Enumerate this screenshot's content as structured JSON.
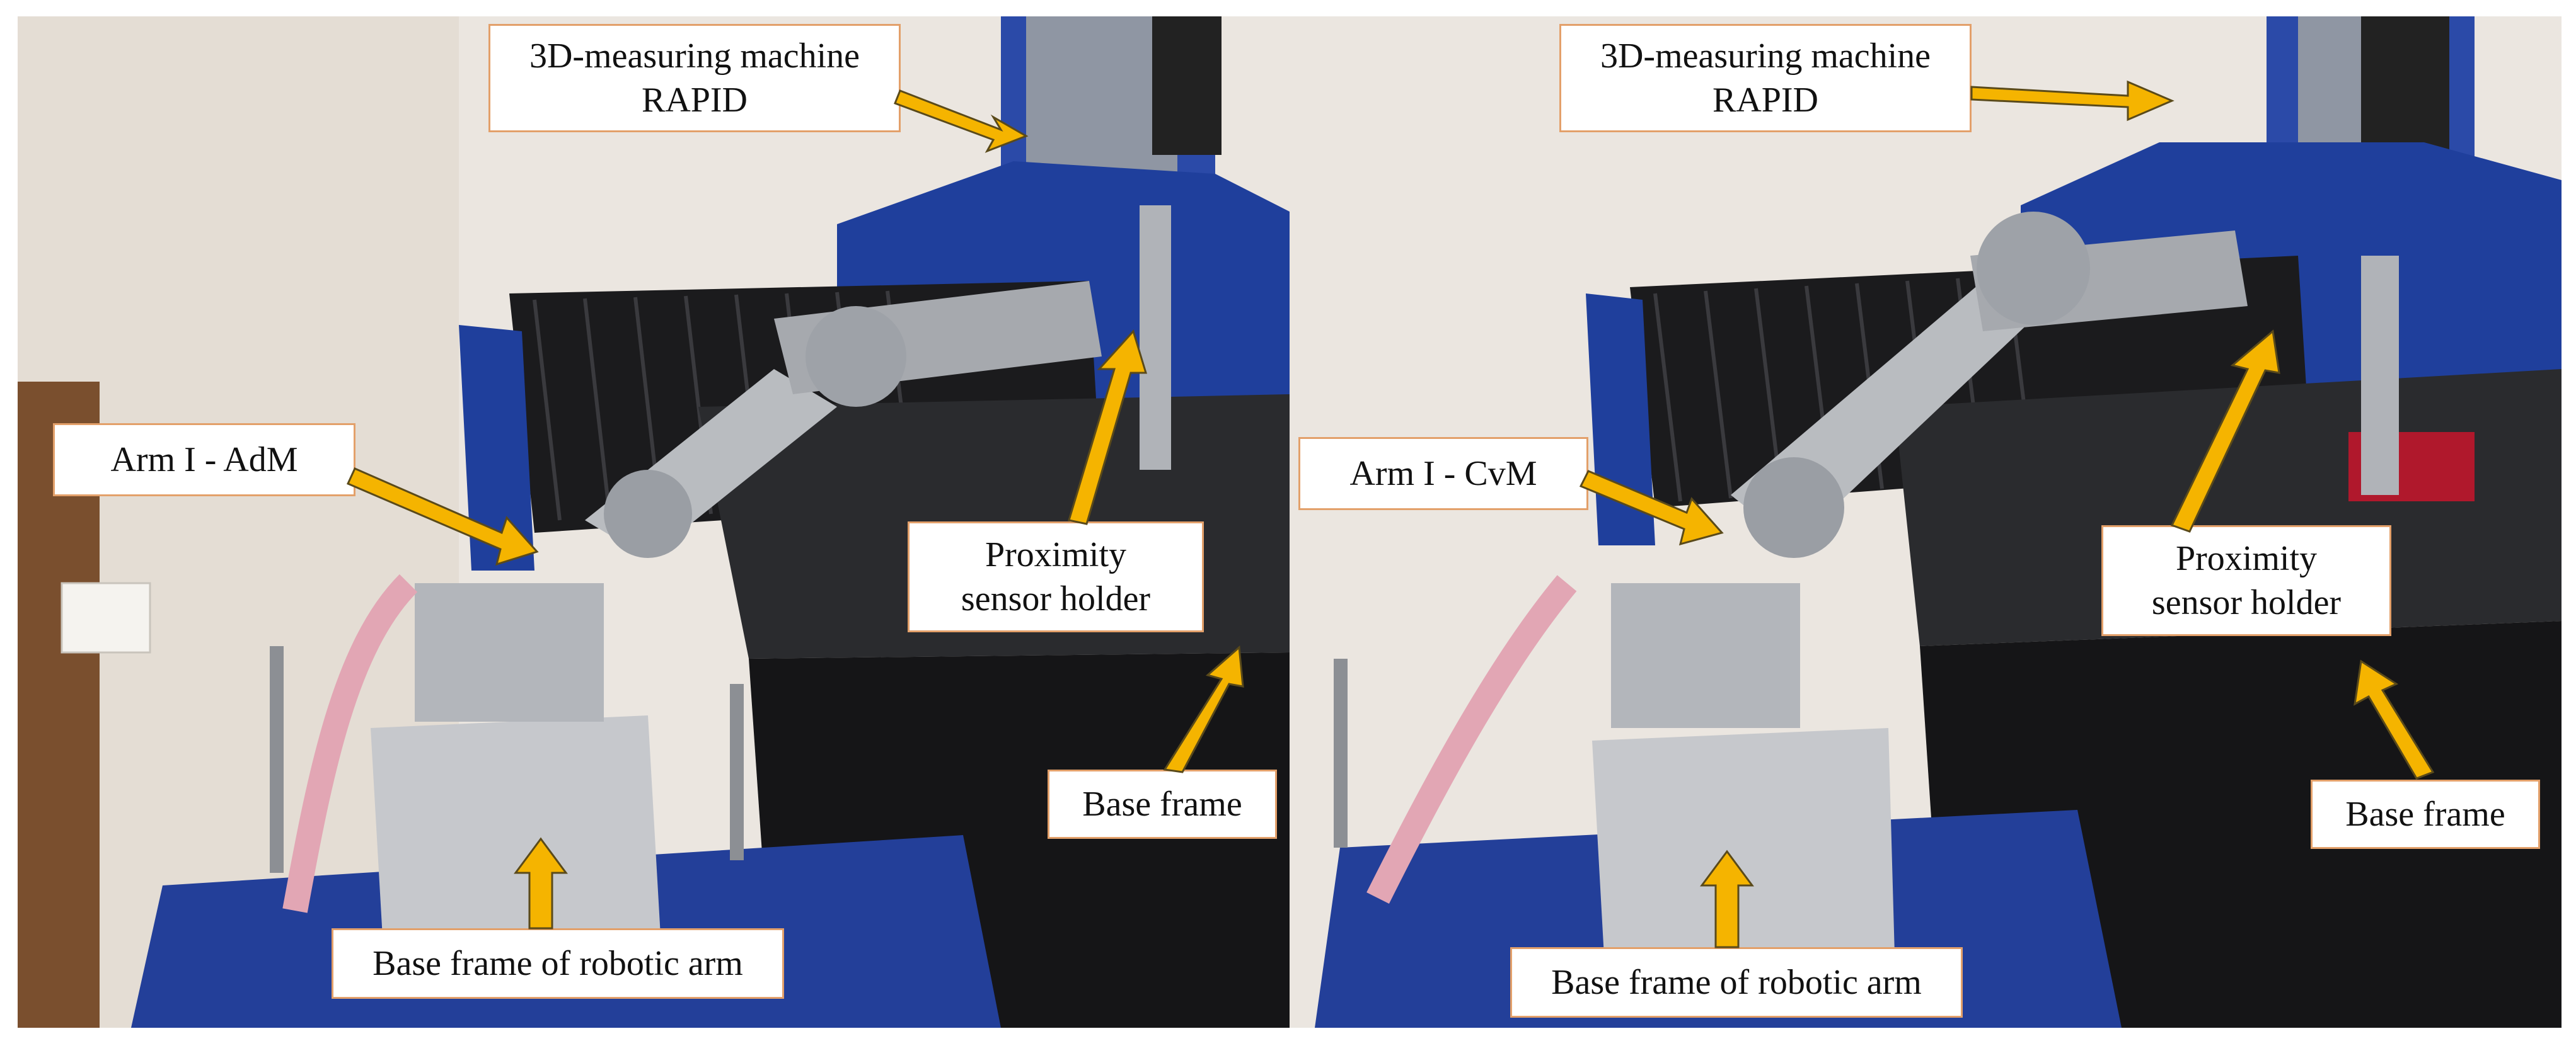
{
  "panels": [
    {
      "id": "left",
      "labels": {
        "machine": "3D-measuring machine\nRAPID",
        "arm": "Arm I - AdM",
        "sensor": "Proximity\nsensor holder",
        "base_frame": "Base frame",
        "arm_base": "Base frame of robotic arm"
      }
    },
    {
      "id": "right",
      "labels": {
        "machine": "3D-measuring machine\nRAPID",
        "arm": "Arm I - CvM",
        "sensor": "Proximity\nsensor holder",
        "base_frame": "Base frame",
        "arm_base": "Base frame of robotic arm"
      }
    }
  ],
  "colors": {
    "wall": "#ece7e2",
    "machine_blue": "#1f3f9c",
    "bellows": "#1b1b1d",
    "table_black": "#151517",
    "aluminum": "#b9bcc0",
    "arrow": "#f5b400",
    "label_border": "#e3a06a"
  },
  "icons": [
    "arrow-icon"
  ]
}
